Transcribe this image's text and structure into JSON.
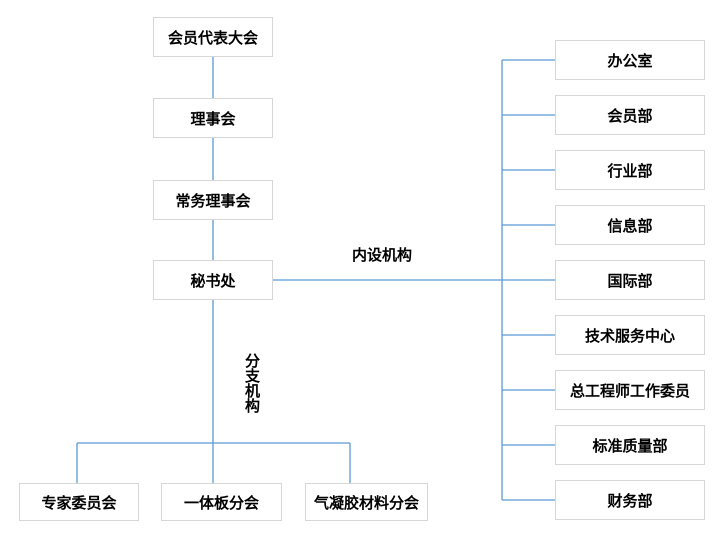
{
  "org_chart": {
    "main_chain": [
      {
        "label": "会员代表大会"
      },
      {
        "label": "理事会"
      },
      {
        "label": "常务理事会"
      },
      {
        "label": "秘书处"
      }
    ],
    "internal_group": {
      "label": "内设机构",
      "departments": [
        "办公室",
        "会员部",
        "行业部",
        "信息部",
        "国际部",
        "技术服务中心",
        "总工程师工作委员",
        "标准质量部",
        "财务部"
      ]
    },
    "branch_group": {
      "label": "分支机构",
      "branches": [
        "专家委员会",
        "一体板分会",
        "气凝胶材料分会"
      ]
    },
    "colors": {
      "connector": "#5b9bd5",
      "box_border": "#d6d6d6",
      "box_fill": "#ffffff",
      "text": "#000000",
      "background": "#ffffff"
    }
  }
}
